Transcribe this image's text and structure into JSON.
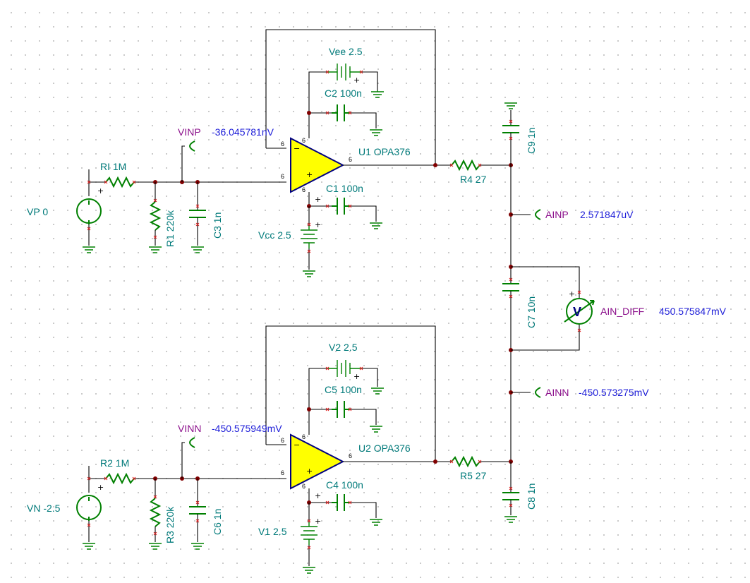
{
  "components": {
    "vee": "Vee 2.5",
    "c2": "C2 100n",
    "u1": "U1 OPA376",
    "c1": "C1 100n",
    "vcc": "Vcc 2.5",
    "r_in_p": "RI 1M",
    "r1": "R1 220k",
    "c3": "C3 1n",
    "vp": "VP 0",
    "c9": "C9 1n",
    "r4": "R4 27",
    "c7": "C7 10n",
    "v2": "V2 2.5",
    "c5": "C5 100n",
    "u2": "U2 OPA376",
    "c4": "C4 100n",
    "v1": "V1 2.5",
    "r2": "R2 1M",
    "r3": "R3 220k",
    "c6": "C6 1n",
    "vn": "VN -2.5",
    "r5": "R5 27",
    "c8": "C8 1n",
    "voltmeter_symbol": "V"
  },
  "nets": {
    "vinp": {
      "name": "VINP",
      "value": "-36.045781nV"
    },
    "vinn": {
      "name": "VINN",
      "value": "-450.575949mV"
    },
    "ainp": {
      "name": "AINP",
      "value": "2.571847uV"
    },
    "ainn": {
      "name": "AINN",
      "value": "-450.573275mV"
    },
    "ain_diff": {
      "name": "AIN_DIFF",
      "value": "450.575847mV"
    }
  },
  "pin_numbers": {
    "p6": "6"
  },
  "signs": {
    "plus": "+",
    "minus": "−"
  },
  "colors": {
    "wire": "#000000",
    "component": "#008000",
    "opamp_fill": "#ffff00",
    "opamp_outline": "#000080",
    "label": "#007a7a",
    "net_label": "#8b0f8b",
    "value": "#1c1cd8",
    "node": "#800000"
  }
}
